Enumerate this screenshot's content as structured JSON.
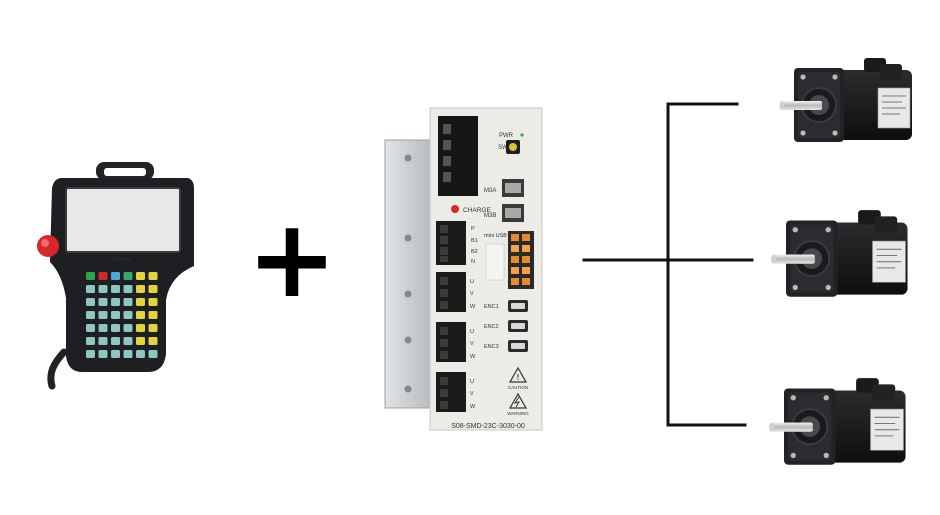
{
  "pendant": {
    "brand": "Exmotec"
  },
  "operator": "+",
  "driver": {
    "model": "S08-SMD-23C-3030-00",
    "pwr_label": "PWR",
    "sw_label": "SW",
    "charge_label": "CHARGE",
    "m3a_label": "M3A",
    "m3b_label": "M3B",
    "mini_usb_label": "mini USB",
    "terminal_labels": [
      "P",
      "B1",
      "B2",
      "N"
    ],
    "phase_labels": [
      "U",
      "V",
      "W"
    ],
    "encoder_labels": [
      "ENC1",
      "ENC2",
      "ENC3"
    ],
    "caution_label": "CAUTION",
    "warning_label": "WARNING"
  },
  "motors": {
    "count": 3
  },
  "colors": {
    "background": "#ffffff",
    "pendant_body": "#1e1f22",
    "emergency_stop": "#d8262a",
    "driver_body": "#ecebe6",
    "heatsink": "#c9cccf",
    "motor_body": "#1b1b1d",
    "wire": "#111111"
  }
}
